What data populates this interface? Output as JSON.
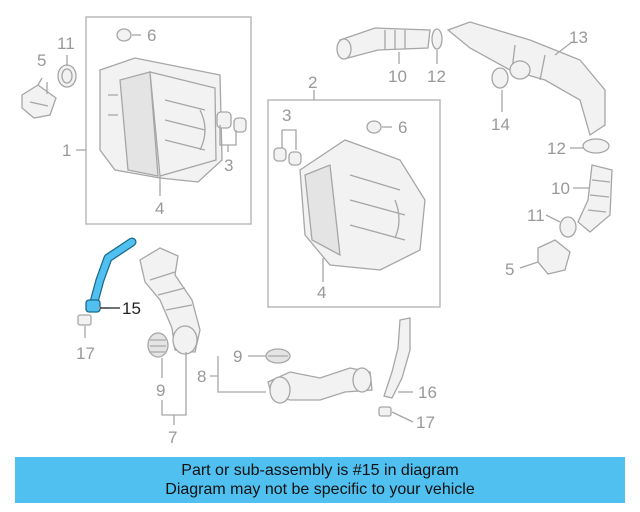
{
  "labels": {
    "l1": "1",
    "l2": "2",
    "l3a": "3",
    "l3b": "3",
    "l4a": "4",
    "l4b": "4",
    "l5a": "5",
    "l5b": "5",
    "l6a": "6",
    "l6b": "6",
    "l7": "7",
    "l8": "8",
    "l9a": "9",
    "l9b": "9",
    "l10a": "10",
    "l10b": "10",
    "l11a": "11",
    "l11b": "11",
    "l12a": "12",
    "l12b": "12",
    "l13": "13",
    "l14": "14",
    "l15": "15",
    "l16": "16",
    "l17a": "17",
    "l17b": "17"
  },
  "highlight_color": "#4fc0f0",
  "banner": {
    "line1": "Part or sub-assembly is #15 in diagram",
    "line2": "Diagram may not be specific to your vehicle"
  }
}
